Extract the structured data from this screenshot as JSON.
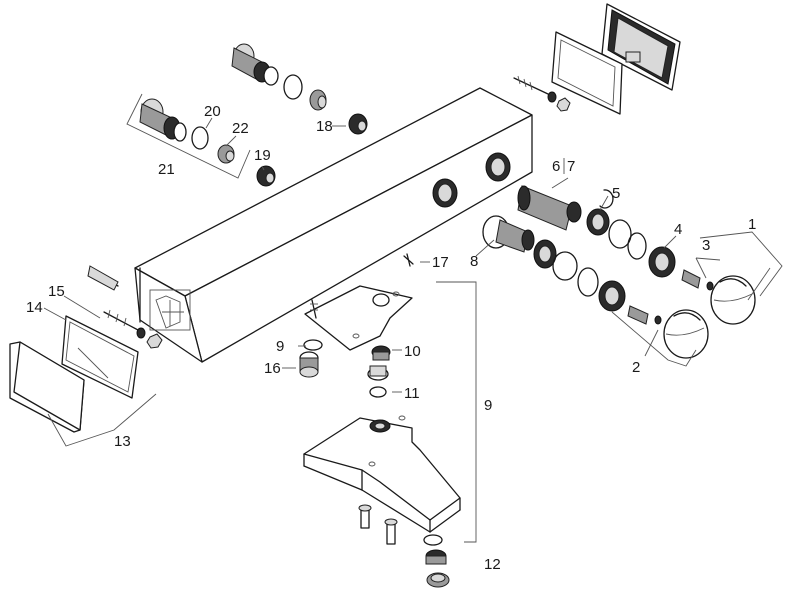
{
  "callouts": {
    "c1": "1",
    "c2": "2",
    "c3": "3",
    "c4": "4",
    "c5": "5",
    "c6": "6",
    "c7": "7",
    "c8": "8",
    "c9a": "9",
    "c9b": "9",
    "c10": "10",
    "c11": "11",
    "c12": "12",
    "c13": "13",
    "c14": "14",
    "c15": "15",
    "c16": "16",
    "c17": "17",
    "c18": "18",
    "c19": "19",
    "c20": "20",
    "c21": "21",
    "c22": "22"
  },
  "colors": {
    "line": "#1a1a1a",
    "background": "#ffffff"
  }
}
